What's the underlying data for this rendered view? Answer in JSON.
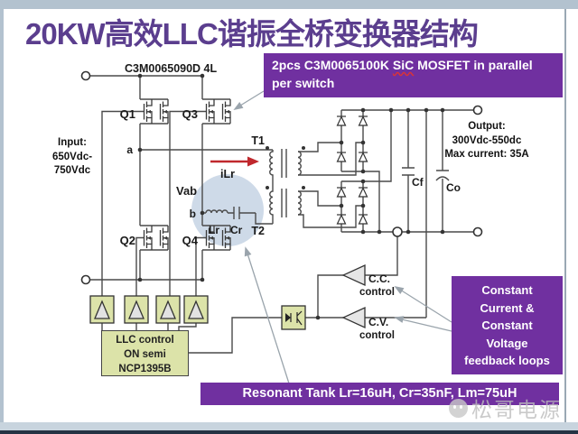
{
  "title": "20KW高效LLC谐振全桥变换器结构",
  "annotations": {
    "mosfet_note": {
      "line1_pre": "2pcs C3M0065100K ",
      "line1_sic": "SiC",
      "line1_post": " MOSFET in parallel",
      "line2": "per switch"
    },
    "part_label": "C3M0065090D 4L",
    "resonant_tank": "Resonant Tank Lr=16uH, Cr=35nF, Lm=75uH",
    "feedback": {
      "lines": [
        "Constant",
        "Current &",
        "Constant",
        "Voltage",
        "feedback loops"
      ]
    }
  },
  "io": {
    "input": {
      "lines": [
        "Input:",
        "650Vdc-",
        "750Vdc"
      ]
    },
    "output": {
      "lines": [
        "Output:",
        "300Vdc-550dc",
        "Max current: 35A"
      ]
    }
  },
  "components": {
    "q1": "Q1",
    "q2": "Q2",
    "q3": "Q3",
    "q4": "Q4",
    "node_a": "a",
    "node_b": "b",
    "vab": "Vab",
    "ilr": "iLr",
    "lr": "Lr",
    "cr": "Cr",
    "t1": "T1",
    "t2": "T2",
    "cf": "Cf",
    "co": "Co"
  },
  "control": {
    "llc": {
      "lines": [
        "LLC control",
        "ON semi",
        "NCP1395B"
      ]
    },
    "cc_label": "C.C.",
    "cv_label": "C.V.",
    "control_word": "control"
  },
  "watermark": {
    "text": "松哥电源"
  },
  "colors": {
    "accent_purple": "#7030a0",
    "box_green": "#dce3a9",
    "wire": "#4a4a4a",
    "highlight_blue": "#aec1d8",
    "arrow_red": "#c0282d",
    "title_purple": "#5b3e8e",
    "frame": "#b3c2cf"
  }
}
